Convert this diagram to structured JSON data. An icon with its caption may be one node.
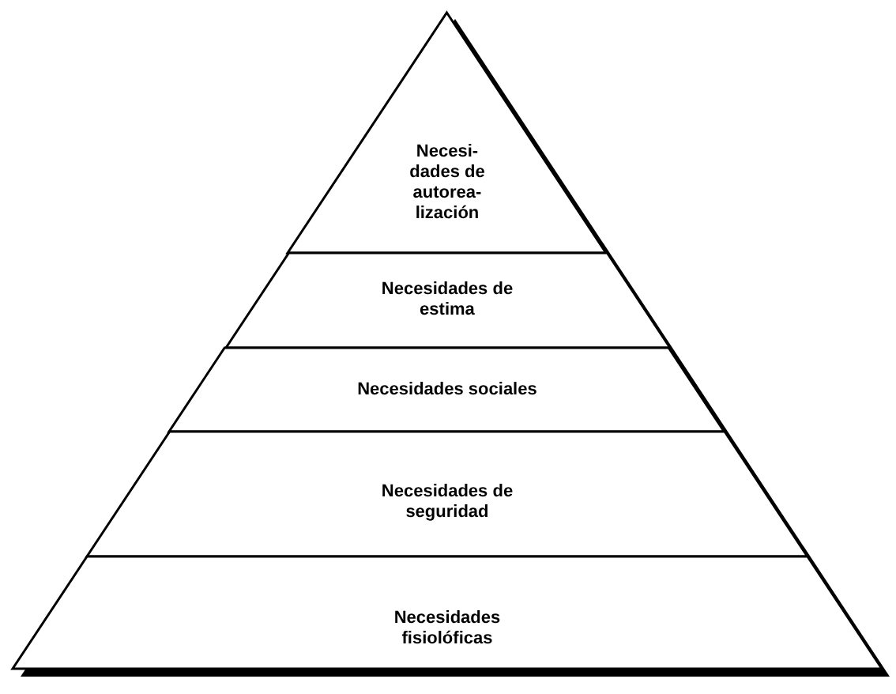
{
  "diagram": {
    "nodes": [
      {
        "text": [
          "Necesi-dades de autorea-lización"
        ]
      },
      {
        "text": [
          "Necesidades de estima"
        ]
      },
      {
        "text": [
          "Necesidades sociales"
        ]
      },
      {
        "text": [
          "Necesidades de seguridad"
        ]
      },
      {
        "text": [
          "Necesidades fisiolóficas"
        ]
      }
    ]
  }
}
